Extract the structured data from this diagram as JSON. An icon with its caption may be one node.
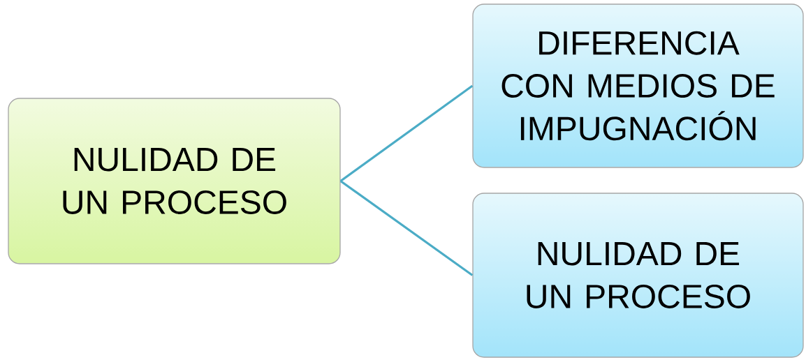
{
  "diagram": {
    "nodes": [
      {
        "text": [
          "NULIDAD DE UN PROCESO"
        ]
      },
      {
        "text": [
          "DIFERENCIA CON MEDIOS DE IMPUGNACIÓN"
        ]
      },
      {
        "text": [
          "NULIDAD DE UN PROCESO"
        ]
      }
    ],
    "edges": [
      {
        "from": 0,
        "to": 1,
        "arrow": "none"
      },
      {
        "from": 0,
        "to": 2,
        "arrow": "none"
      }
    ]
  }
}
